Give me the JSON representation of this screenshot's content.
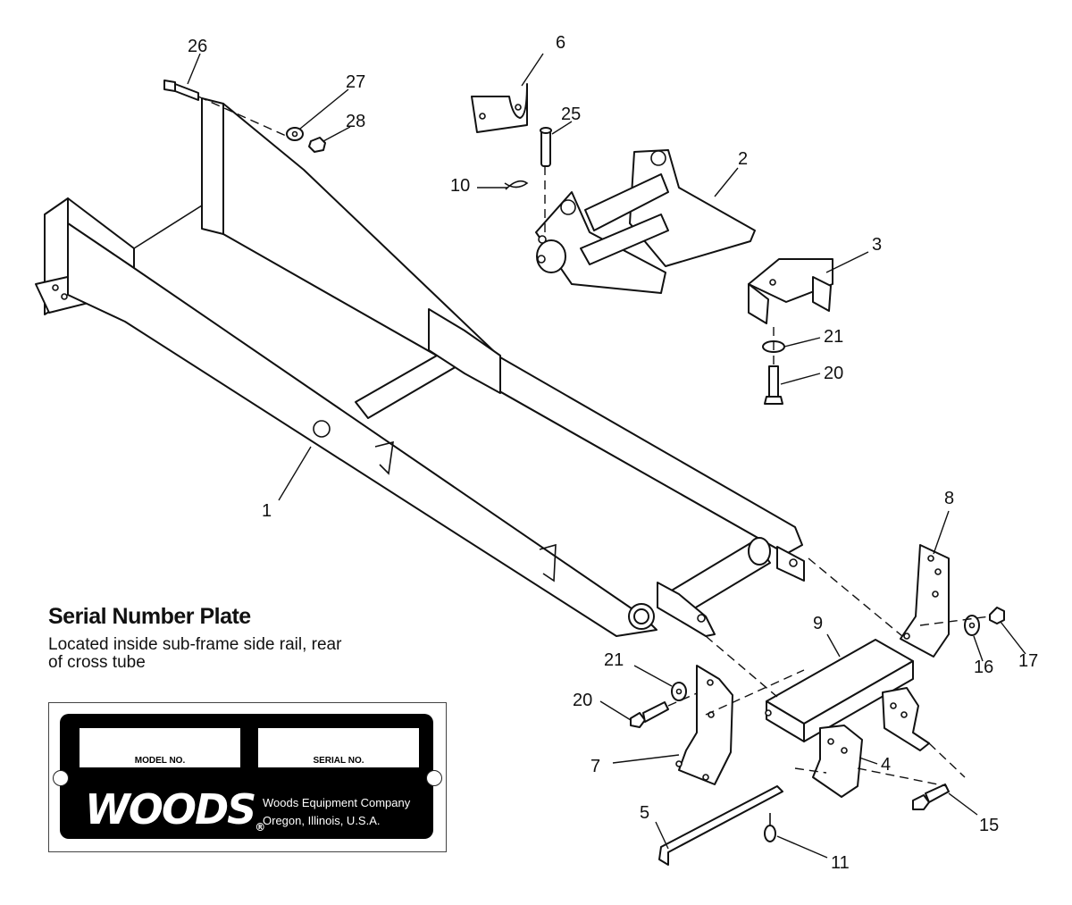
{
  "callouts": [
    {
      "id": "1",
      "text": "1"
    },
    {
      "id": "2",
      "text": "2"
    },
    {
      "id": "3",
      "text": "3"
    },
    {
      "id": "4",
      "text": "4"
    },
    {
      "id": "5",
      "text": "5"
    },
    {
      "id": "6",
      "text": "6"
    },
    {
      "id": "7",
      "text": "7"
    },
    {
      "id": "8",
      "text": "8"
    },
    {
      "id": "9",
      "text": "9"
    },
    {
      "id": "10",
      "text": "10"
    },
    {
      "id": "11",
      "text": "11"
    },
    {
      "id": "15",
      "text": "15"
    },
    {
      "id": "16",
      "text": "16"
    },
    {
      "id": "17",
      "text": "17"
    },
    {
      "id": "20a",
      "text": "20"
    },
    {
      "id": "20b",
      "text": "20"
    },
    {
      "id": "21a",
      "text": "21"
    },
    {
      "id": "21b",
      "text": "21"
    },
    {
      "id": "25",
      "text": "25"
    },
    {
      "id": "26",
      "text": "26"
    },
    {
      "id": "27",
      "text": "27"
    },
    {
      "id": "28",
      "text": "28"
    }
  ],
  "serial_plate": {
    "title": "Serial Number Plate",
    "note": "Located inside sub-frame side rail, rear of cross tube",
    "model_label": "MODEL NO.",
    "serial_label": "SERIAL NO.",
    "brand": "WOODS",
    "brand_mark": "®",
    "company_line1": "Woods Equipment Company",
    "company_line2": "Oregon, Illinois, U.S.A."
  }
}
